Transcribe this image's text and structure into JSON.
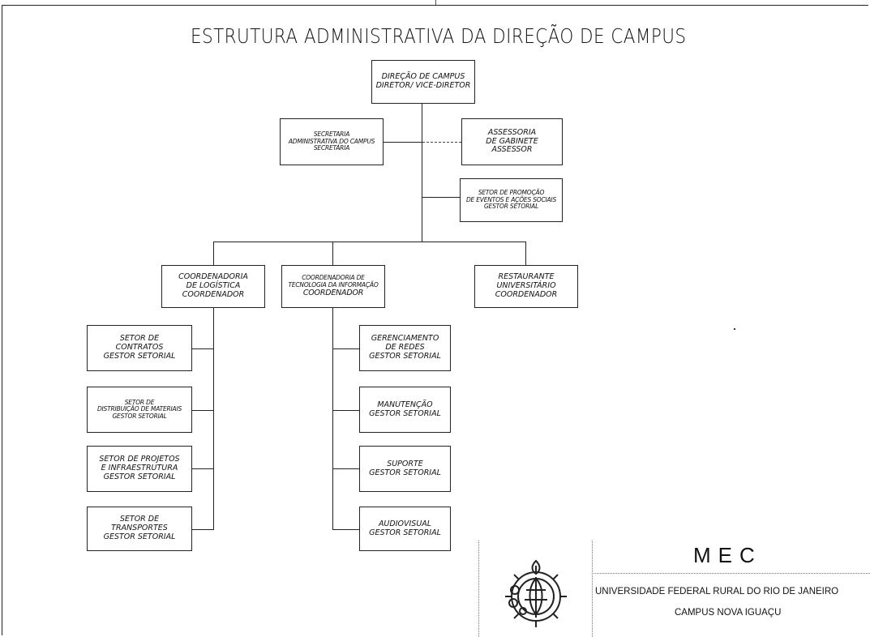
{
  "title": "ESTRUTURA ADMINISTRATIVA DA DIREÇÃO DE CAMPUS",
  "boxes": {
    "direcao": [
      "DIREÇÃO DE CAMPUS",
      "DIRETOR/ VICE-DIRETOR"
    ],
    "secretaria": [
      "SECRETARIA",
      "ADMINISTRATIVA DO CAMPUS",
      "SECRETÁRIA"
    ],
    "assessoria": [
      "ASSESSORIA",
      "DE GABINETE",
      "ASSESSOR"
    ],
    "promocao": [
      "SETOR DE PROMOÇÃO",
      "DE EVENTOS E AÇÕES SOCIAIS",
      "GESTOR SETORIAL"
    ],
    "logistica": [
      "COORDENADORIA",
      "DE LOGÍSTICA",
      "COORDENADOR"
    ],
    "tecnologia": [
      "COORDENADORIA DE",
      "TECNOLOGIA DA INFORMAÇÃO",
      "COORDENADOR"
    ],
    "restaurante": [
      "RESTAURANTE",
      "UNIVERSITÁRIO",
      "COORDENADOR"
    ],
    "contratos": [
      "SETOR DE",
      "CONTRATOS",
      "GESTOR SETORIAL"
    ],
    "materiais": [
      "SETOR DE",
      "DISTRIBUIÇÃO DE MATERIAIS",
      "GESTOR SETORIAL"
    ],
    "projetos": [
      "SETOR DE PROJETOS",
      "E INFRAESTRUTURA",
      "GESTOR SETORIAL"
    ],
    "transportes": [
      "SETOR DE",
      "TRANSPORTES",
      "GESTOR SETORIAL"
    ],
    "redes": [
      "GERENCIAMENTO",
      "DE REDES",
      "GESTOR SETORIAL"
    ],
    "manutencao": [
      "MANUTENÇÃO",
      "GESTOR SETORIAL"
    ],
    "suporte": [
      "SUPORTE",
      "GESTOR SETORIAL"
    ],
    "audiovisual": [
      "AUDIOVISUAL",
      "GESTOR SETORIAL"
    ]
  },
  "footer": {
    "mec": "MEC",
    "university": "UNIVERSIDADE FEDERAL RURAL DO RIO DE JANEIRO",
    "campus": "CAMPUS NOVA IGUAÇU"
  }
}
